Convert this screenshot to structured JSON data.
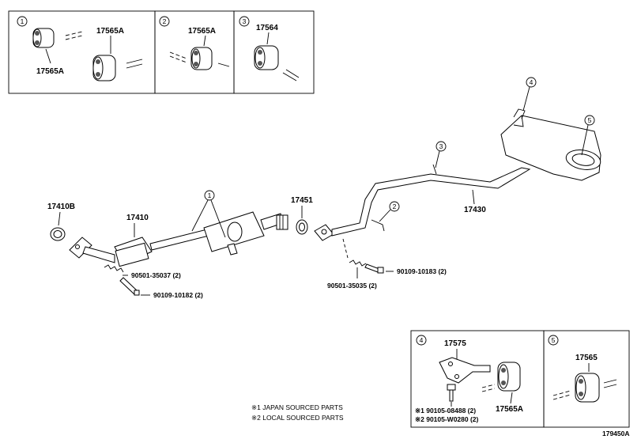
{
  "callout_numbers": [
    "1",
    "2",
    "3",
    "4",
    "5"
  ],
  "inset_1": {
    "label_top": "17565A",
    "label_bottom": "17565A"
  },
  "inset_2": {
    "label": "17565A"
  },
  "inset_3": {
    "label": "17564"
  },
  "inset_4": {
    "label_bracket": "17575",
    "label_mount": "17565A",
    "bolt_note_1": "※1 90105-08488 (2)",
    "bolt_note_2": "※2 90105-W0280 (2)"
  },
  "inset_5": {
    "label": "17565"
  },
  "main_parts": {
    "gasket_front": "17410B",
    "front_pipe": "17410",
    "gasket_mid": "17451",
    "tail_pipe": "17430",
    "spring_front": "90501-35037 (2)",
    "bolt_front": "90109-10182 (2)",
    "spring_rear": "90501-35035 (2)",
    "bolt_rear": "90109-10183 (2)"
  },
  "notes": {
    "japan": "※1 JAPAN SOURCED PARTS",
    "local": "※2 LOCAL SOURCED PARTS"
  },
  "figure_code": "179450A"
}
